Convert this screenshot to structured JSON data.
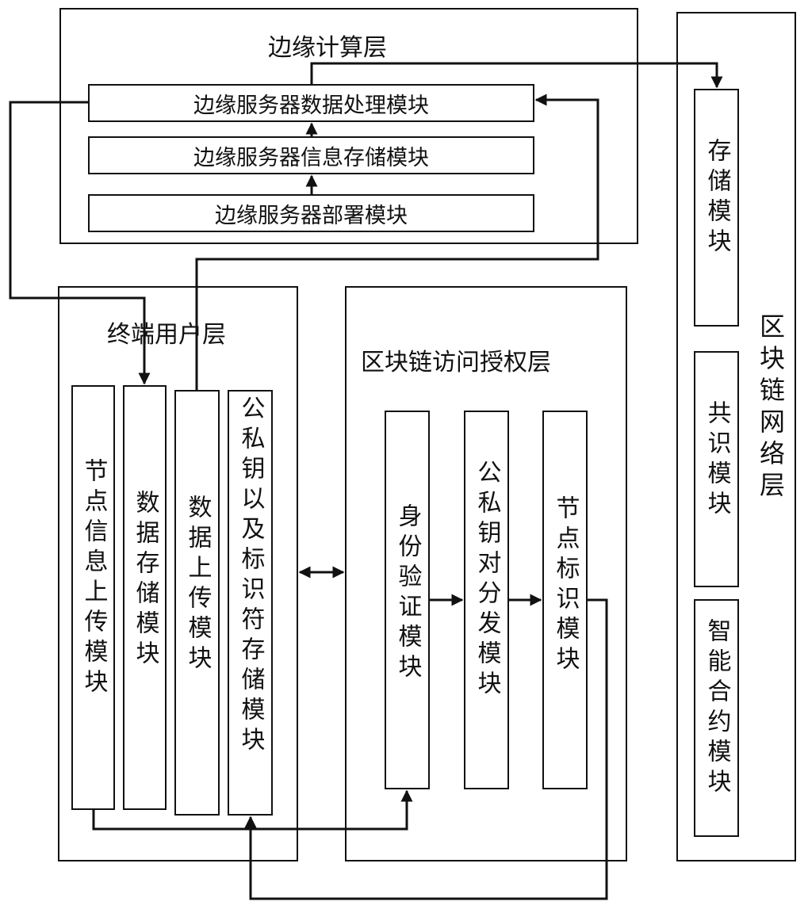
{
  "edge_layer": {
    "title": "边缘计算层",
    "modules": [
      "边缘服务器数据处理模块",
      "边缘服务器信息存储模块",
      "边缘服务器部署模块"
    ]
  },
  "terminal_layer": {
    "title": "终端用户层",
    "modules": [
      "节点信息上传模块",
      "数据存储模块",
      "数据上传模块",
      "公私钥以及标识符存储模块"
    ]
  },
  "access_layer": {
    "title": "区块链访问授权层",
    "modules": [
      "身份验证模块",
      "公私钥对分发模块",
      "节点标识模块"
    ]
  },
  "network_layer": {
    "title": "区块链网络层",
    "modules": [
      "存储模块",
      "共识模块",
      "智能合约模块"
    ]
  }
}
